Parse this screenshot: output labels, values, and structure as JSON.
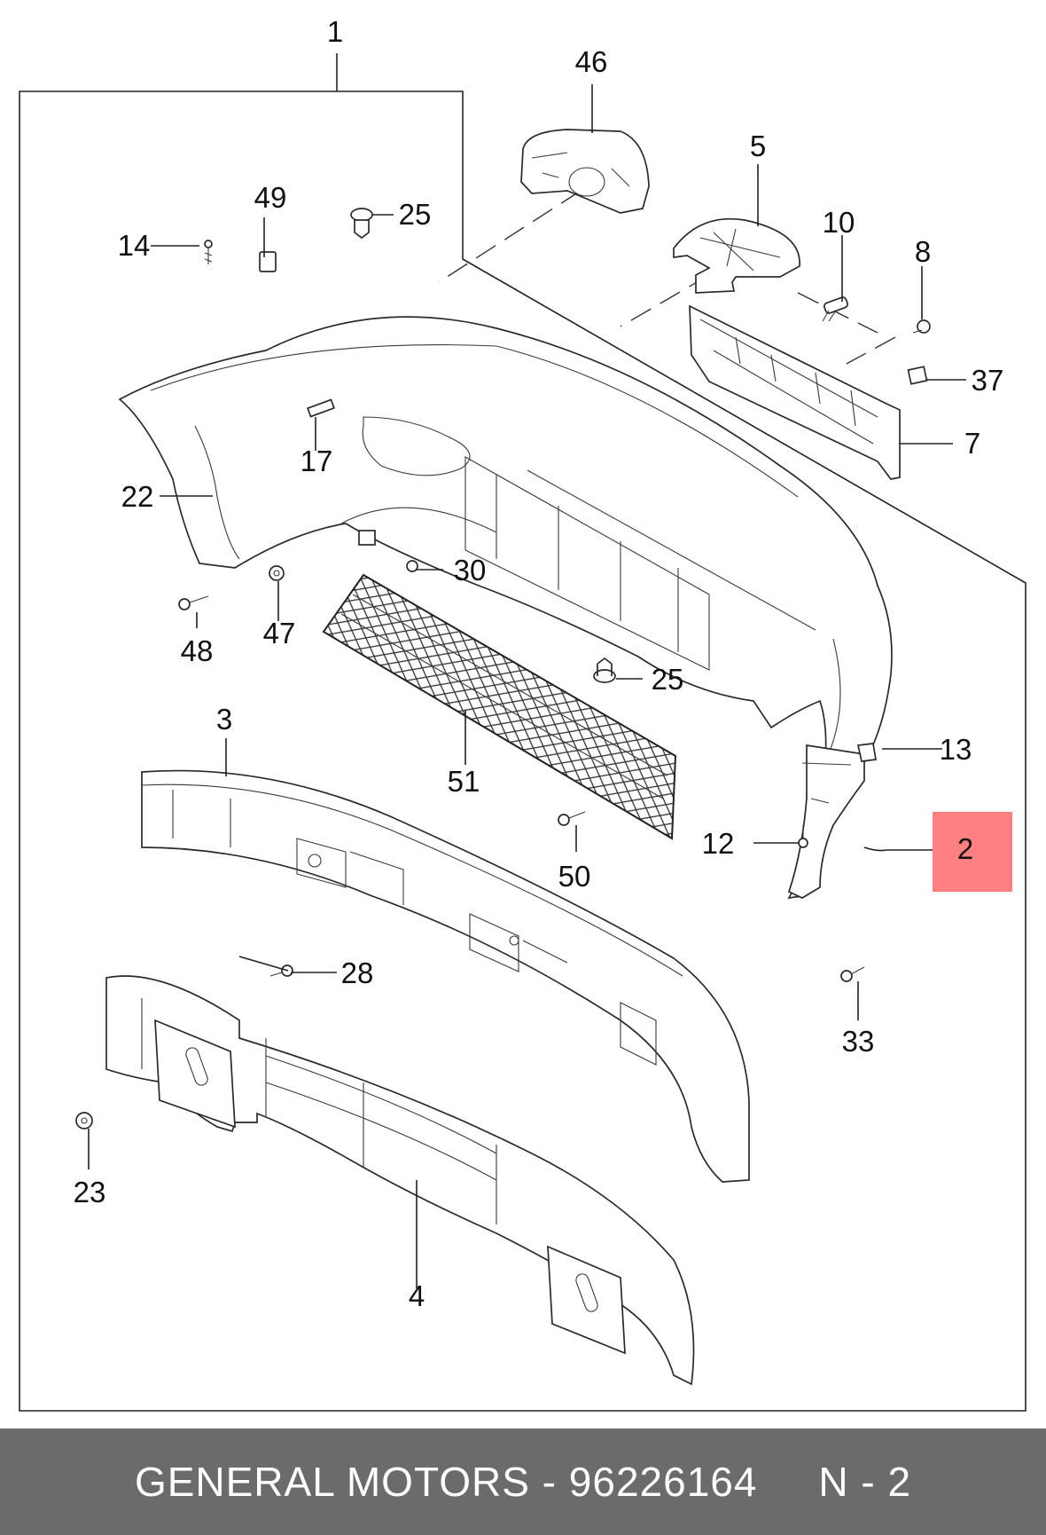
{
  "diagram": {
    "callouts": {
      "c1": "1",
      "c46": "46",
      "c5": "5",
      "c49": "49",
      "c25a": "25",
      "c10": "10",
      "c8": "8",
      "c14": "14",
      "c37": "37",
      "c7": "7",
      "c17": "17",
      "c22": "22",
      "c30": "30",
      "c48": "48",
      "c47": "47",
      "c25b": "25",
      "c3": "3",
      "c51": "51",
      "c13": "13",
      "c12": "12",
      "c2": "2",
      "c50": "50",
      "c28": "28",
      "c33": "33",
      "c23": "23",
      "c4": "4"
    },
    "highlight_color": "#ff8080"
  },
  "footer": {
    "text": "GENERAL MOTORS - 96226164     N - 2",
    "background": "#6b6b6b"
  }
}
